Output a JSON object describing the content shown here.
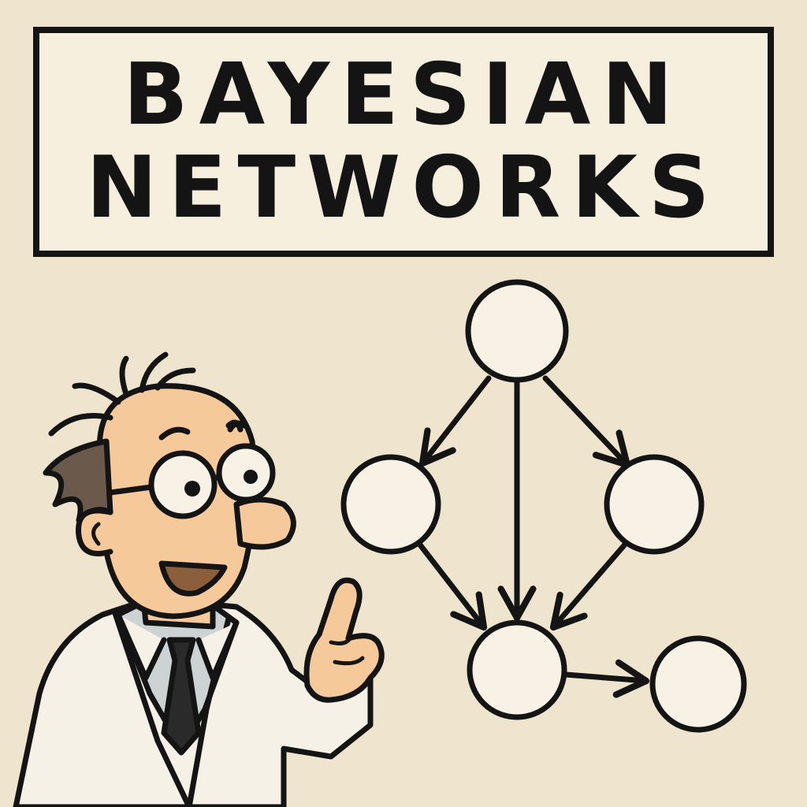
{
  "title": {
    "line1": "BAYESIAN",
    "line2": "NETWORKS"
  },
  "colors": {
    "background": "#efe4cd",
    "ink": "#141414",
    "node_fill": "#f8f2e6",
    "skin": "#f6c99b",
    "hair": "#6b5a4c",
    "coat": "#f6f1e6"
  },
  "diagram": {
    "nodes": [
      "top",
      "middle-left",
      "middle-right",
      "bottom",
      "bottom-right"
    ],
    "edges": [
      [
        "top",
        "middle-left"
      ],
      [
        "top",
        "bottom"
      ],
      [
        "top",
        "middle-right"
      ],
      [
        "middle-left",
        "bottom"
      ],
      [
        "middle-right",
        "bottom"
      ],
      [
        "bottom",
        "bottom-right"
      ]
    ]
  },
  "illustration": {
    "character": "scientist-in-lab-coat",
    "gesture": "pointing-finger-up"
  }
}
